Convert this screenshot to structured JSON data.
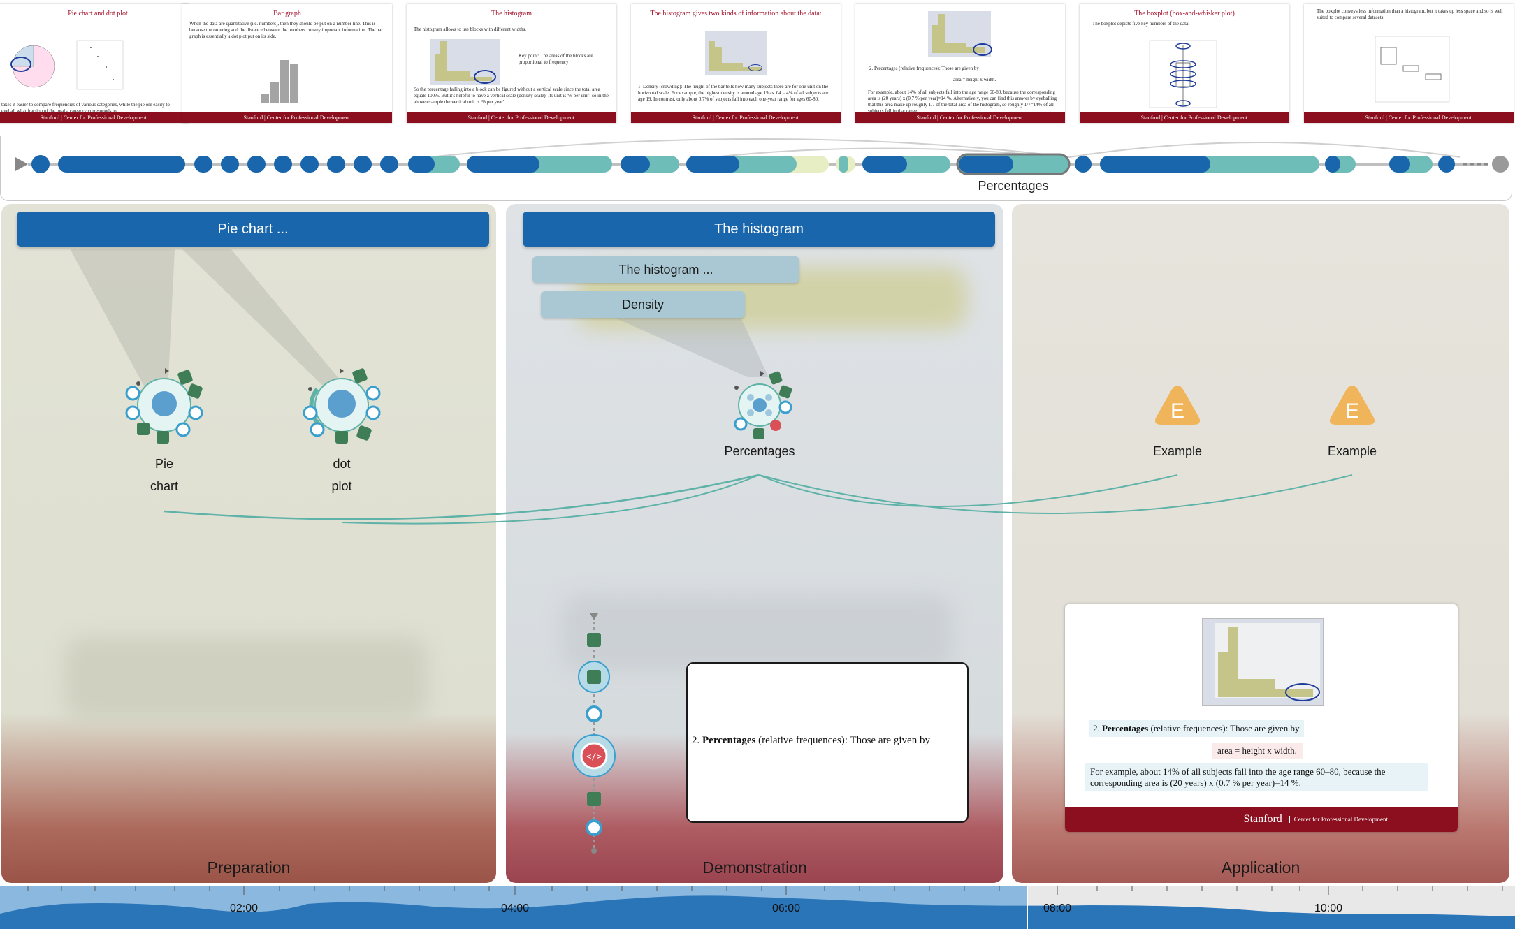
{
  "slides": [
    {
      "title": "Pie chart and dot plot",
      "body": "takes it easier to compare frequencies of various categories, while the pie ore easily to eyeball what fraction of the total a category corresponds to",
      "footer": "Stanford | Center for Professional Development"
    },
    {
      "title": "Bar graph",
      "body": "When the data are quantitative (i.e. numbers), then they should be put on a number line. This is because the ordering and the distance between the numbers convey important information. The bar graph is essentially a dot plot put on its side.",
      "footer": "Stanford | Center for Professional Development"
    },
    {
      "title": "The histogram",
      "body": "The histogram allows to use blocks with different widths.",
      "note": "Key point: The areas of the blocks are proportional to frequency",
      "body2": "So the percentage falling into a block can be figured without a vertical scale since the total area equals 100%. But it's helpful to have a vertical scale (density scale). Its unit is '% per unit', so in the above example the vertical unit is '% per year'.",
      "footer": "Stanford | Center for Professional Development"
    },
    {
      "title": "The histogram gives two kinds of information about the data:",
      "body": "1. Density (crowding): The height of the bar tells how many subjects there are for one unit on the horizontal scale. For example, the highest density is around age 19 as .04 = 4% of all subjects are age 19. In contrast, only about 0.7% of subjects fall into each one-year range for ages 60-80.",
      "footer": "Stanford | Center for Professional Development"
    },
    {
      "title": "",
      "body": "2. Percentages (relative frequences): Those are given by",
      "body2": "area = height x width.",
      "body3": "For example, about 14% of all subjects fall into the age range 60-80, because the corresponding area is (20 years) x (0.7 % per year)=14 %. Alternatively, you can find this answer by eyeballing that this area make up roughly 1/7 of the total area of the histogram, so roughly 1/7=14% of all subjects fall in that range.",
      "footer": "Stanford | Center for Professional Development"
    },
    {
      "title": "The boxplot (box-and-whisker plot)",
      "body": "The boxplot depicts five key numbers of the data:",
      "footer": "Stanford | Center for Professional Development"
    },
    {
      "title": "",
      "body": "The boxplot conveys less information than a histogram, but it takes up less space and so is well suited to compare several datasets:",
      "footer": "Stanford | Center for Professional Development"
    }
  ],
  "timeline": {
    "current_label": "Percentages"
  },
  "columns": [
    {
      "title": "Preparation",
      "chapter": "Pie chart ..."
    },
    {
      "title": "Demonstration",
      "chapter": "The histogram"
    },
    {
      "title": "Application"
    }
  ],
  "demo_chips": [
    "The histogram ...",
    "Density"
  ],
  "nodes": {
    "pie_line1": "Pie",
    "pie_line2": "chart",
    "dot_line1": "dot",
    "dot_line2": "plot",
    "percentages": "Percentages",
    "example1": "Example",
    "example2": "Example",
    "example_glyph": "E"
  },
  "quote": {
    "number": "2.",
    "bold": "Percentages",
    "rest": "(relative frequences): Those are given by"
  },
  "app_card": {
    "line1_number": "2.",
    "line1_bold": "Percentages",
    "line1_rest": "(relative frequences): Those are given by",
    "formula": "area = height x width.",
    "para": "For example, about 14% of all subjects fall into the age range 60–80, because the corresponding area is (20 years) x (0.7 % per year)=14 %.",
    "footer_brand": "Stanford",
    "footer_sub": "Center for Professional Development"
  },
  "audio_ticks": [
    "02:00",
    "04:00",
    "06:00",
    "08:00",
    "10:00"
  ],
  "colors": {
    "dark_blue": "#1966ac",
    "teal": "#6fbdb8",
    "stanford_red": "#8b0f1f",
    "light_chip": "#aac8d4"
  }
}
